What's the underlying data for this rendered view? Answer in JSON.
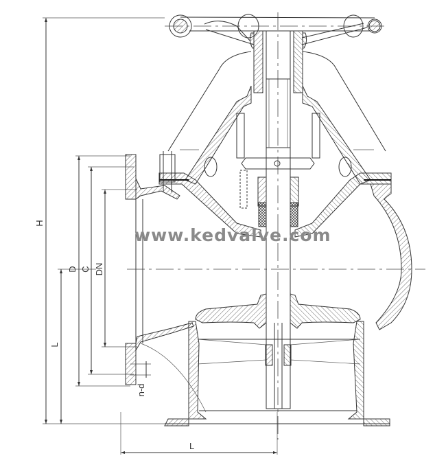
{
  "drawing": {
    "type": "angle valve cross-section technical drawing",
    "watermark": "www.kedvalve.com",
    "line_color": "#333333",
    "watermark_color": "#8a8a8a",
    "background": "#ffffff"
  },
  "dimensions": {
    "height_label": "H",
    "left_length_label": "L",
    "bottom_length_label": "L",
    "flange_outer_label": "D",
    "bolt_circle_label": "C",
    "nominal_diameter_label": "DN",
    "bolt_holes_label": "n-d"
  },
  "components": [
    {
      "name": "handwheel"
    },
    {
      "name": "stem"
    },
    {
      "name": "yoke"
    },
    {
      "name": "bonnet"
    },
    {
      "name": "gland-packing"
    },
    {
      "name": "disc"
    },
    {
      "name": "body"
    },
    {
      "name": "side-flange"
    },
    {
      "name": "bottom-flange"
    }
  ]
}
